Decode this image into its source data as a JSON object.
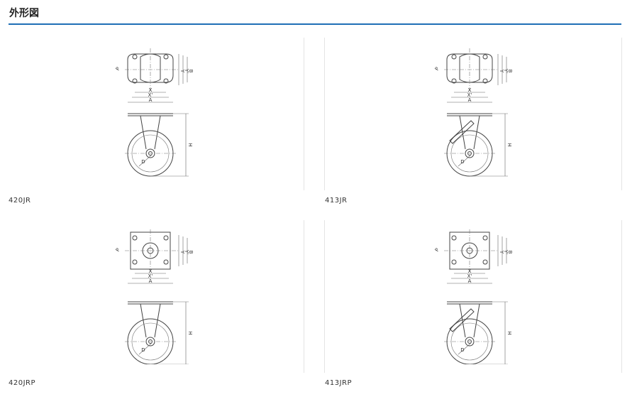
{
  "section": {
    "title": "外形図"
  },
  "dimension_labels": {
    "A": "A",
    "B": "B",
    "X": "X",
    "Xp": "X'",
    "Y": "Y",
    "Yp": "Y'",
    "H": "H",
    "D": "D",
    "P": "P"
  },
  "drawings": [
    {
      "model": "420JR",
      "top_plate": "ear",
      "brake": false
    },
    {
      "model": "413JR",
      "top_plate": "ear",
      "brake": true
    },
    {
      "model": "420JRP",
      "top_plate": "square",
      "brake": false
    },
    {
      "model": "413JRP",
      "top_plate": "square",
      "brake": true
    }
  ]
}
